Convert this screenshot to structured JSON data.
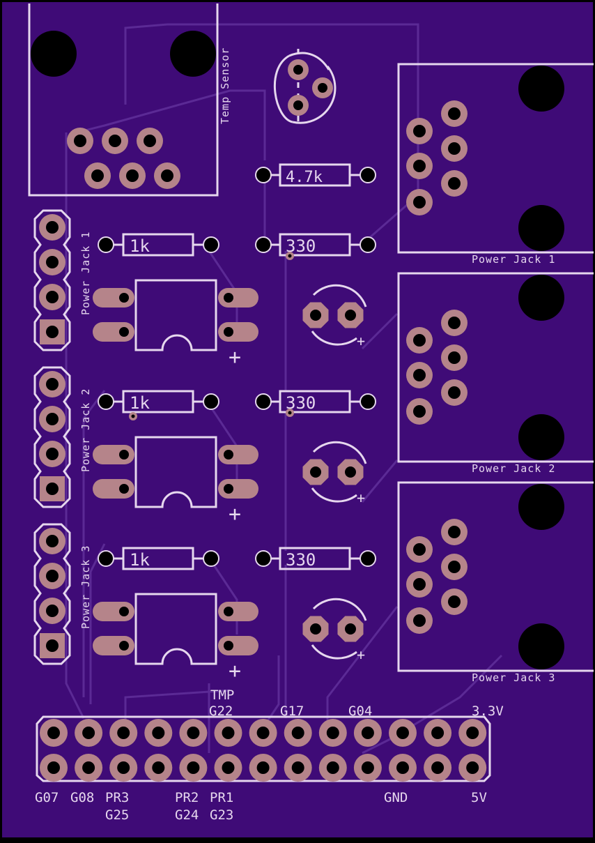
{
  "colors": {
    "board": "#3f0b77",
    "edge": "#000000",
    "silk": "#e6d7ee",
    "trace": "#5b2a95",
    "pad": "#b5848a",
    "hole": "#000000"
  },
  "labels": {
    "temp_sensor": "Temp Sensor",
    "resistor_47k": "4.7k",
    "r1k_a": "1k",
    "r1k_b": "1k",
    "r1k_c": "1k",
    "r330_a": "330",
    "r330_b": "330",
    "r330_c": "330",
    "plus": "+",
    "power_jack_1_left": "Power Jack 1",
    "power_jack_2_left": "Power Jack 2",
    "power_jack_3_left": "Power Jack 3",
    "power_jack_1_right": "Power Jack 1",
    "power_jack_2_right": "Power Jack 2",
    "power_jack_3_right": "Power Jack 3"
  },
  "header_labels_top": {
    "tmp": "TMP",
    "g22": "G22",
    "g17": "G17",
    "g04": "G04",
    "v33": "3.3V"
  },
  "header_labels_bottom": {
    "g07": "G07",
    "g08": "G08",
    "pr3": "PR3",
    "g25": "G25",
    "pr2": "PR2",
    "pr1": "PR1",
    "g24": "G24",
    "g23": "G23",
    "gnd": "GND",
    "v5": "5V"
  },
  "header": {
    "columns": 13,
    "rows": 2
  },
  "icons": {
    "pad": "copper-pad",
    "mount_hole": "mounting-hole",
    "led": "led-footprint",
    "transistor": "transistor-footprint",
    "terminal": "screw-terminal"
  }
}
